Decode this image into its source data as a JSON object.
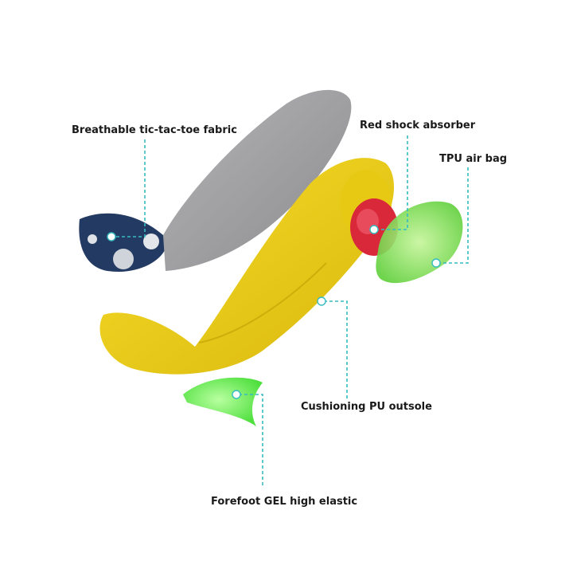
{
  "labels": {
    "fabric": "Breathable tic-tac-toe fabric",
    "shock": "Red shock absorber",
    "airbag": "TPU air bag",
    "outsole": "Cushioning PU outsole",
    "gel": "Forefoot GEL high elastic"
  },
  "colors": {
    "background": "#ffffff",
    "leader_line": "#36bcc0",
    "fabric_top": "#9a9a9c",
    "fabric_underside": "#233a63",
    "outsole": "#f2d316",
    "shock_absorber": "#d9283a",
    "air_bag": "#8be05a",
    "forefoot_gel": "#6fea58"
  }
}
